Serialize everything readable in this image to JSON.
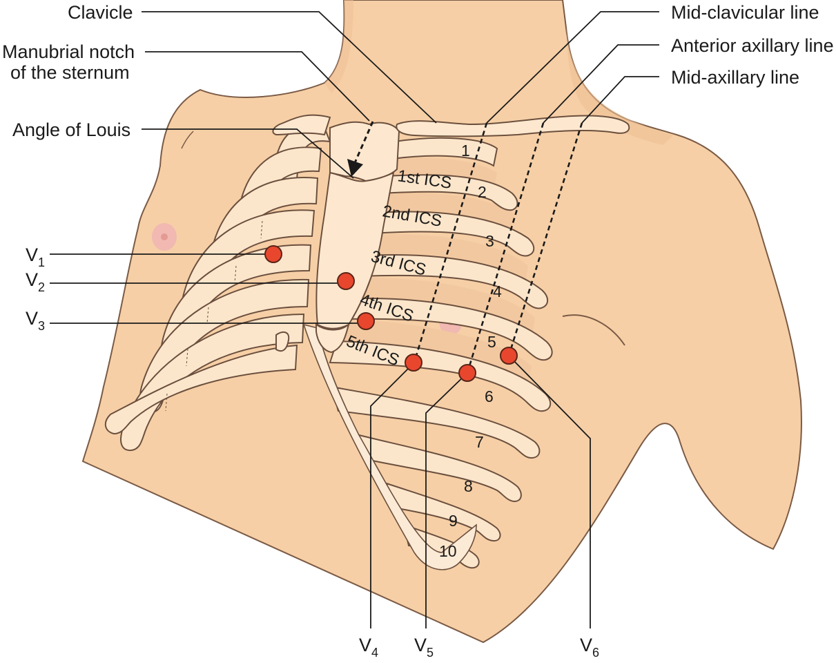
{
  "labels": {
    "clavicle": "Clavicle",
    "manubrial_line1": "Manubrial notch",
    "manubrial_line2": "of the sternum",
    "angle_of_louis": "Angle of Louis",
    "mid_clavicular": "Mid-clavicular line",
    "anterior_axillary": "Anterior axillary line",
    "mid_axillary": "Mid-axillary line"
  },
  "leads": [
    {
      "name": "V1",
      "letter": "V",
      "sub": "1"
    },
    {
      "name": "V2",
      "letter": "V",
      "sub": "2"
    },
    {
      "name": "V3",
      "letter": "V",
      "sub": "3"
    },
    {
      "name": "V4",
      "letter": "V",
      "sub": "4"
    },
    {
      "name": "V5",
      "letter": "V",
      "sub": "5"
    },
    {
      "name": "V6",
      "letter": "V",
      "sub": "6"
    }
  ],
  "rib_numbers": [
    "1",
    "2",
    "3",
    "4",
    "5",
    "6",
    "7",
    "8",
    "9",
    "10"
  ],
  "intercostal_spaces": [
    "1st ICS",
    "2nd ICS",
    "3rd ICS",
    "4th ICS",
    "5th ICS"
  ],
  "colors": {
    "electrode": "#e8472e",
    "skin": "#f6cfa6",
    "rib": "#fbe6cb",
    "intercostal_space": "#f2c8a0"
  }
}
